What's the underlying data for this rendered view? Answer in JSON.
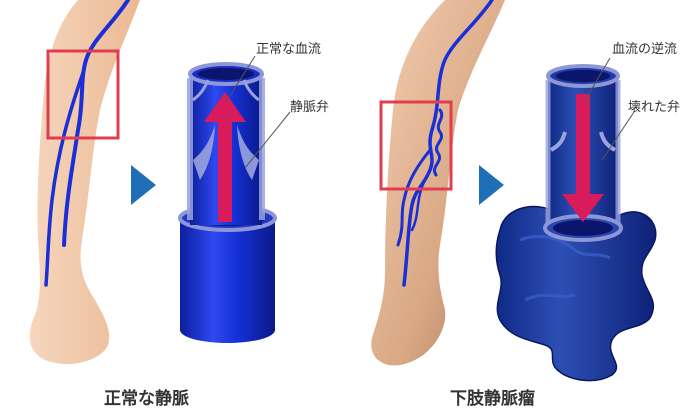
{
  "left_panel": {
    "caption": "正常な静脈",
    "labels": {
      "normal_flow": "正常な血流",
      "valve": "静脈弁"
    }
  },
  "right_panel": {
    "caption": "下肢静脈瘤",
    "labels": {
      "reverse_flow": "血流の逆流",
      "broken_valve": "壊れた弁"
    }
  },
  "colors": {
    "skin": "#f3c9a8",
    "skin_dark": "#c79a78",
    "vein": "#1a2fd6",
    "vein_dark": "#0c1a8a",
    "highlight_box": "#e23c4f",
    "arrow_flow": "#d81b5a",
    "pointer": "#1f6fb7"
  },
  "icons": {
    "flow_arrow_up": "arrow-up-icon",
    "flow_arrow_down": "arrow-down-icon",
    "pointer": "triangle-right-icon"
  }
}
